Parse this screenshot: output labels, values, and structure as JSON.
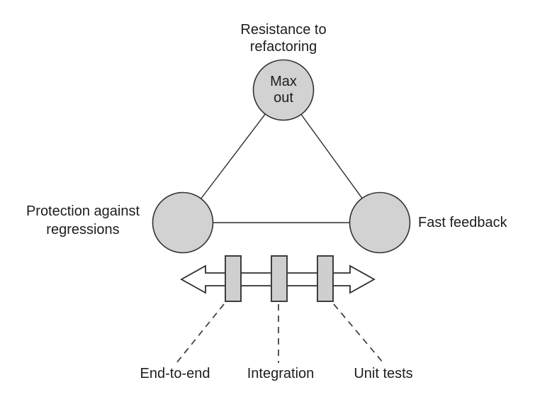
{
  "diagram": {
    "nodes": {
      "top": {
        "title": "Resistance to refactoring",
        "badge": "Max out"
      },
      "left": {
        "title": "Protection against regressions"
      },
      "right": {
        "title": "Fast feedback"
      }
    },
    "scale": {
      "labels": [
        "End-to-end",
        "Integration",
        "Unit tests"
      ]
    }
  },
  "colors": {
    "background": "#ffffff",
    "node_fill": "#d2d2d2",
    "node_stroke": "#333333",
    "marker_fill": "#cfcfcf",
    "marker_stroke": "#3d3d3d",
    "arrow_fill": "#ffffff",
    "arrow_stroke": "#2e2e2e",
    "connector": "#444444",
    "text": "#1d1d1d"
  }
}
